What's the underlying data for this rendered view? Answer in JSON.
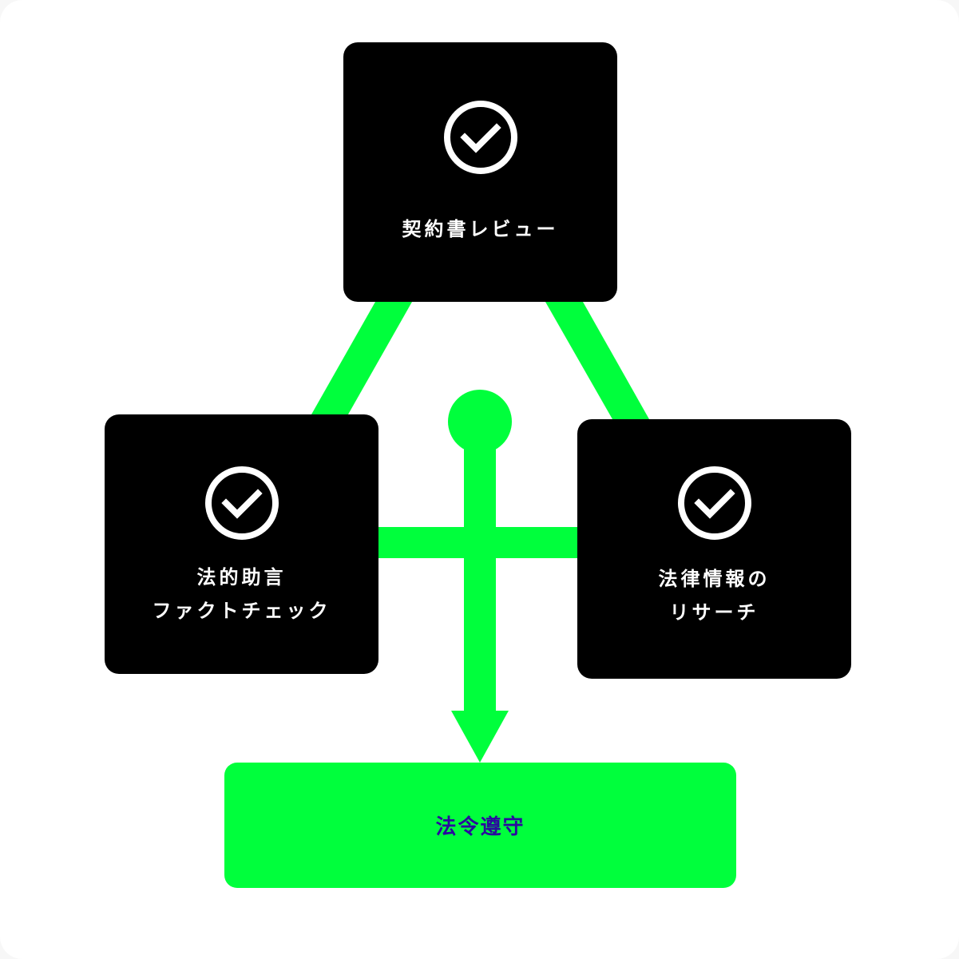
{
  "diagram": {
    "colors": {
      "background": "#ffffff",
      "card": "#000000",
      "card_text": "#ffffff",
      "accent": "#00ff3c",
      "goal_text": "#2a0a9e"
    },
    "nodes": [
      {
        "id": "top",
        "icon": "check-circle-icon",
        "label_lines": [
          "契約書レビュー"
        ]
      },
      {
        "id": "left",
        "icon": "check-circle-icon",
        "label_lines": [
          "法的助言",
          "ファクトチェック"
        ]
      },
      {
        "id": "right",
        "icon": "check-circle-icon",
        "label_lines": [
          "法律情報の",
          "リサーチ"
        ]
      }
    ],
    "goal": {
      "label": "法令遵守"
    },
    "connections": [
      {
        "from": "top",
        "to": "left",
        "type": "line"
      },
      {
        "from": "top",
        "to": "right",
        "type": "line"
      },
      {
        "from": "left",
        "to": "right",
        "type": "line"
      },
      {
        "from": "center",
        "to": "goal",
        "type": "arrow"
      }
    ]
  }
}
